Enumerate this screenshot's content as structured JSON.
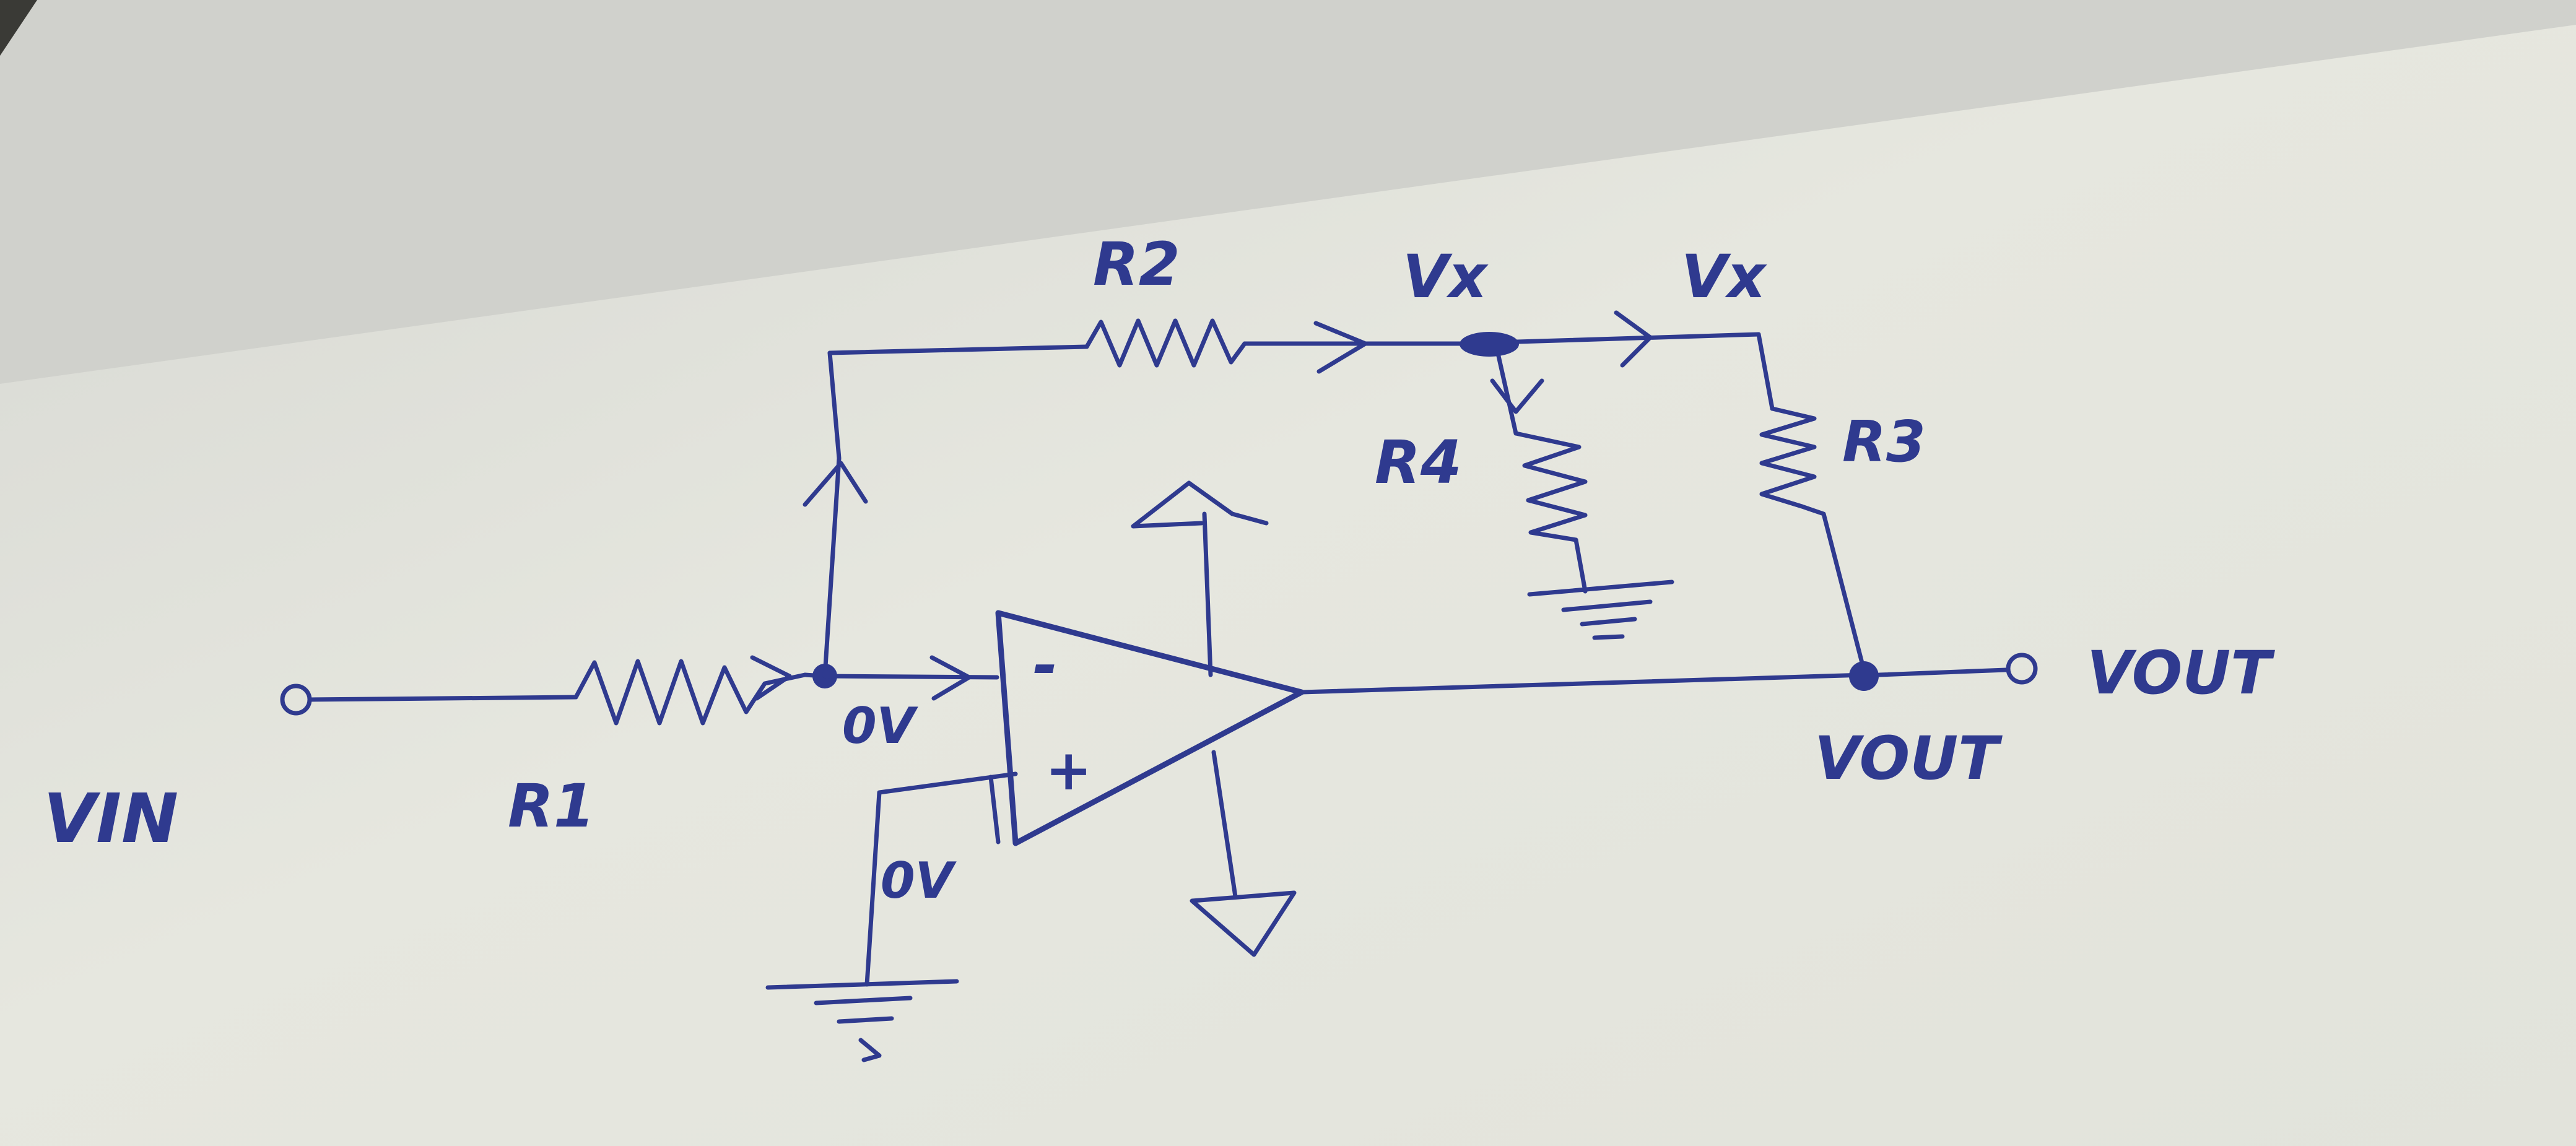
{
  "labels": {
    "vin": "VIN",
    "r1": "R1",
    "r2": "R2",
    "r3": "R3",
    "r4": "R4",
    "vx_left": "Vx",
    "vx_right": "Vx",
    "vout_right": "VOUT",
    "vout_node": "VOUT",
    "ov_inverting": "0V",
    "ov_noninverting": "0V",
    "opamp_minus": "-",
    "opamp_plus": "+"
  },
  "colors": {
    "ink": "#2f3a8f",
    "paper_light": "#e9eae2",
    "paper_shadow": "#c9cac4"
  }
}
